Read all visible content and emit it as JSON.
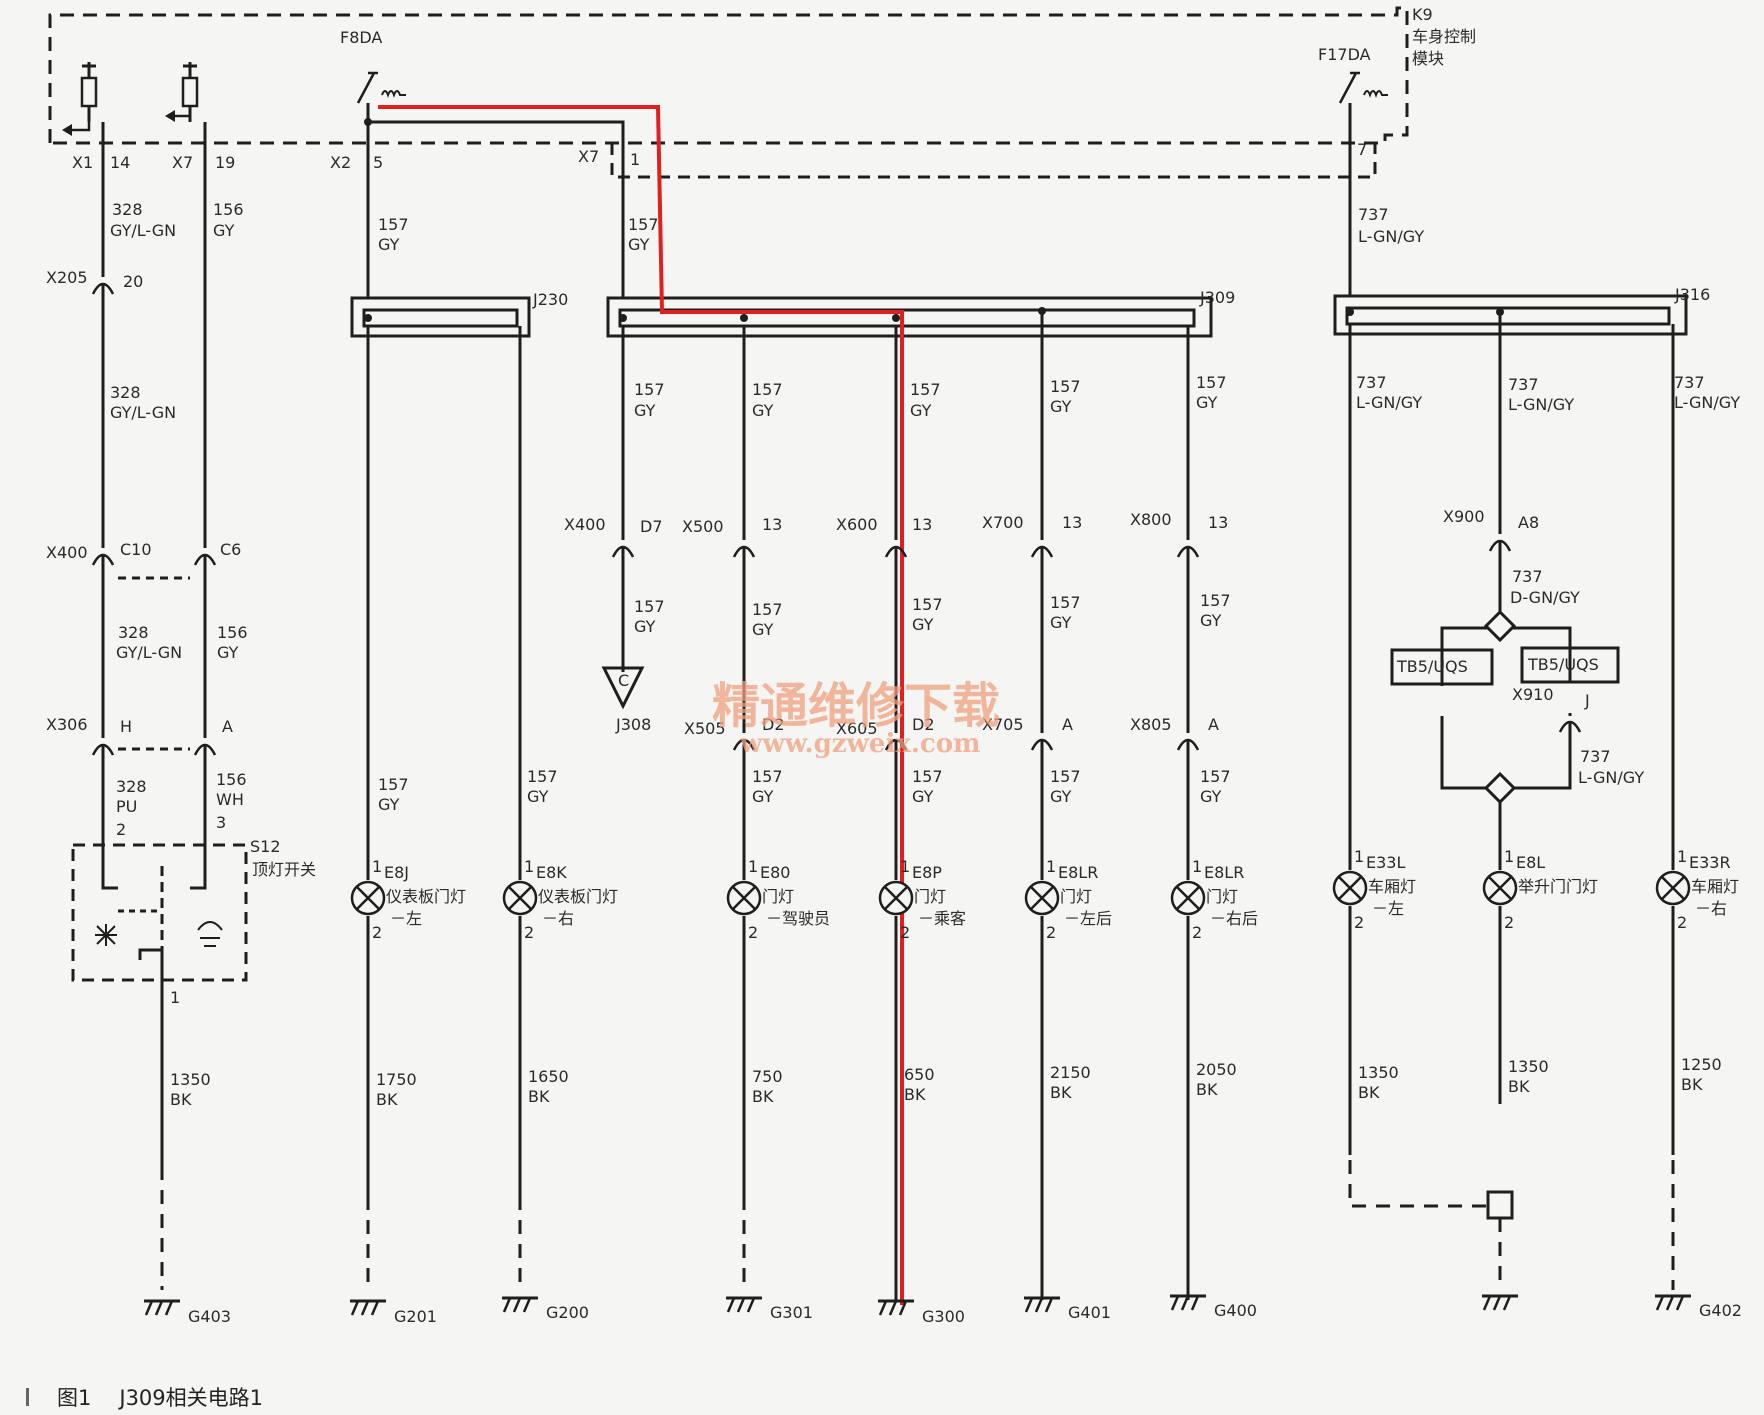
{
  "colors": {
    "wire": "#1e1e1e",
    "highlight": "#e02020",
    "watermark": "#f0a080",
    "background": "#f5f5f3"
  },
  "caption": {
    "figure": "图1",
    "title": "J309相关电路1"
  },
  "watermark": {
    "line1": "精通维修下载",
    "line2": "www.gzweix.com"
  },
  "module": {
    "id": "K9",
    "name_line1": "车身控制",
    "name_line2": "模块",
    "breaker_left": "F8DA",
    "breaker_right": "F17DA"
  },
  "switch": {
    "id": "S12",
    "name": "顶灯开关"
  },
  "junctions": {
    "j230": "J230",
    "j309": "J309",
    "j316": "J316",
    "j308": "J308",
    "j308_pin": "C"
  },
  "labels": {
    "x1": "X1",
    "x1_pin": "14",
    "x7a": "X7",
    "x7a_pin": "19",
    "x2": "X2",
    "x2_pin": "5",
    "x7b": "X7",
    "x7b_pin": "1",
    "k9_pin7": "7",
    "w328a": "328",
    "w328a_c": "GY/L-GN",
    "w156a": "156",
    "w156a_c": "GY",
    "x205": "X205",
    "x205_pin": "20",
    "w328b": "328",
    "w328b_c": "GY/L-GN",
    "x400a": "X400",
    "x400a_p1": "C10",
    "x400a_p2": "C6",
    "w328c": "328",
    "w328c_c": "GY/L-GN",
    "w156c": "156",
    "w156c_c": "GY",
    "x306": "X306",
    "x306_p1": "H",
    "x306_p2": "A",
    "w328d": "328",
    "w328d_c": "PU",
    "w156d": "156",
    "w156d_c": "WH",
    "sw_pin2": "2",
    "sw_pin3": "3",
    "sw_pin1": "1",
    "w1350a": "1350",
    "w1350a_c": "BK",
    "g403a": "G403",
    "w157_x2": "157",
    "w157_x2_c": "GY",
    "w157_x7": "157",
    "w157_x7_c": "GY",
    "w737_top": "737",
    "w737_top_c": "L-GN/GY",
    "b1": "157",
    "b1_c": "GY",
    "b2": "157",
    "b2_c": "GY",
    "b3": "157",
    "b3_c": "GY",
    "b4": "157",
    "b4_c": "GY",
    "b5": "157",
    "b5_c": "GY",
    "x400b": "X400",
    "x400b_pin": "D7",
    "x500": "X500",
    "x500_pin": "13",
    "x600": "X600",
    "x600_pin": "13",
    "x700": "X700",
    "x700_pin": "13",
    "x800": "X800",
    "x800_pin": "13",
    "c1": "157",
    "c1_c": "GY",
    "c2": "157",
    "c2_c": "GY",
    "c3": "157",
    "c3_c": "GY",
    "c4": "157",
    "c4_c": "GY",
    "c5": "157",
    "c5_c": "GY",
    "x505": "X505",
    "x505_pin": "D2",
    "x605": "X605",
    "x605_pin": "D2",
    "x705": "X705",
    "x705_pin": "A",
    "x805": "X805",
    "x805_pin": "A",
    "j230a": "157",
    "j230a_c": "GY",
    "j230b": "157",
    "j230b_c": "GY",
    "d2": "157",
    "d2_c": "GY",
    "d3": "157",
    "d3_c": "GY",
    "d4": "157",
    "d4_c": "GY",
    "d5": "157",
    "d5_c": "GY",
    "r1": "737",
    "r1_c": "L-GN/GY",
    "r2": "737",
    "r2_c": "L-GN/GY",
    "r3": "737",
    "r3_c": "L-GN/GY",
    "x900": "X900",
    "x900_pin": "A8",
    "w737d": "737",
    "w737d_c": "D-GN/GY",
    "tb_left": "TB5/UQS",
    "tb_right": "TB5/UQS",
    "x910": "X910",
    "x910_pin": "J",
    "w737e": "737",
    "w737e_c": "L-GN/GY",
    "pin1": "1",
    "pin2": "2"
  },
  "lamps": [
    {
      "id": "E8J",
      "name": "仪表板门灯",
      "sub": "－左"
    },
    {
      "id": "E8K",
      "name": "仪表板门灯",
      "sub": "－右"
    },
    {
      "id": "E80",
      "name": "门灯",
      "sub": "－驾驶员"
    },
    {
      "id": "E8P",
      "name": "门灯",
      "sub": "－乘客"
    },
    {
      "id": "E8LR",
      "name": "门灯",
      "sub": "－左后"
    },
    {
      "id": "E8LR",
      "name": "门灯",
      "sub": "－右后"
    },
    {
      "id": "E33L",
      "name": "车厢灯",
      "sub": "－左"
    },
    {
      "id": "E8L",
      "name": "举升门门灯",
      "sub": ""
    },
    {
      "id": "E33R",
      "name": "车厢灯",
      "sub": "－右"
    }
  ],
  "grounds": [
    {
      "wire": "1750",
      "color": "BK",
      "ground": "G201"
    },
    {
      "wire": "1650",
      "color": "BK",
      "ground": "G200"
    },
    {
      "wire": "750",
      "color": "BK",
      "ground": "G301"
    },
    {
      "wire": "650",
      "color": "BK",
      "ground": "G300"
    },
    {
      "wire": "2150",
      "color": "BK",
      "ground": "G401"
    },
    {
      "wire": "2050",
      "color": "BK",
      "ground": "G400"
    },
    {
      "wire": "1350",
      "color": "BK",
      "ground": "G403"
    },
    {
      "wire": "1350",
      "color": "BK",
      "ground": ""
    },
    {
      "wire": "1250",
      "color": "BK",
      "ground": "G402"
    }
  ]
}
